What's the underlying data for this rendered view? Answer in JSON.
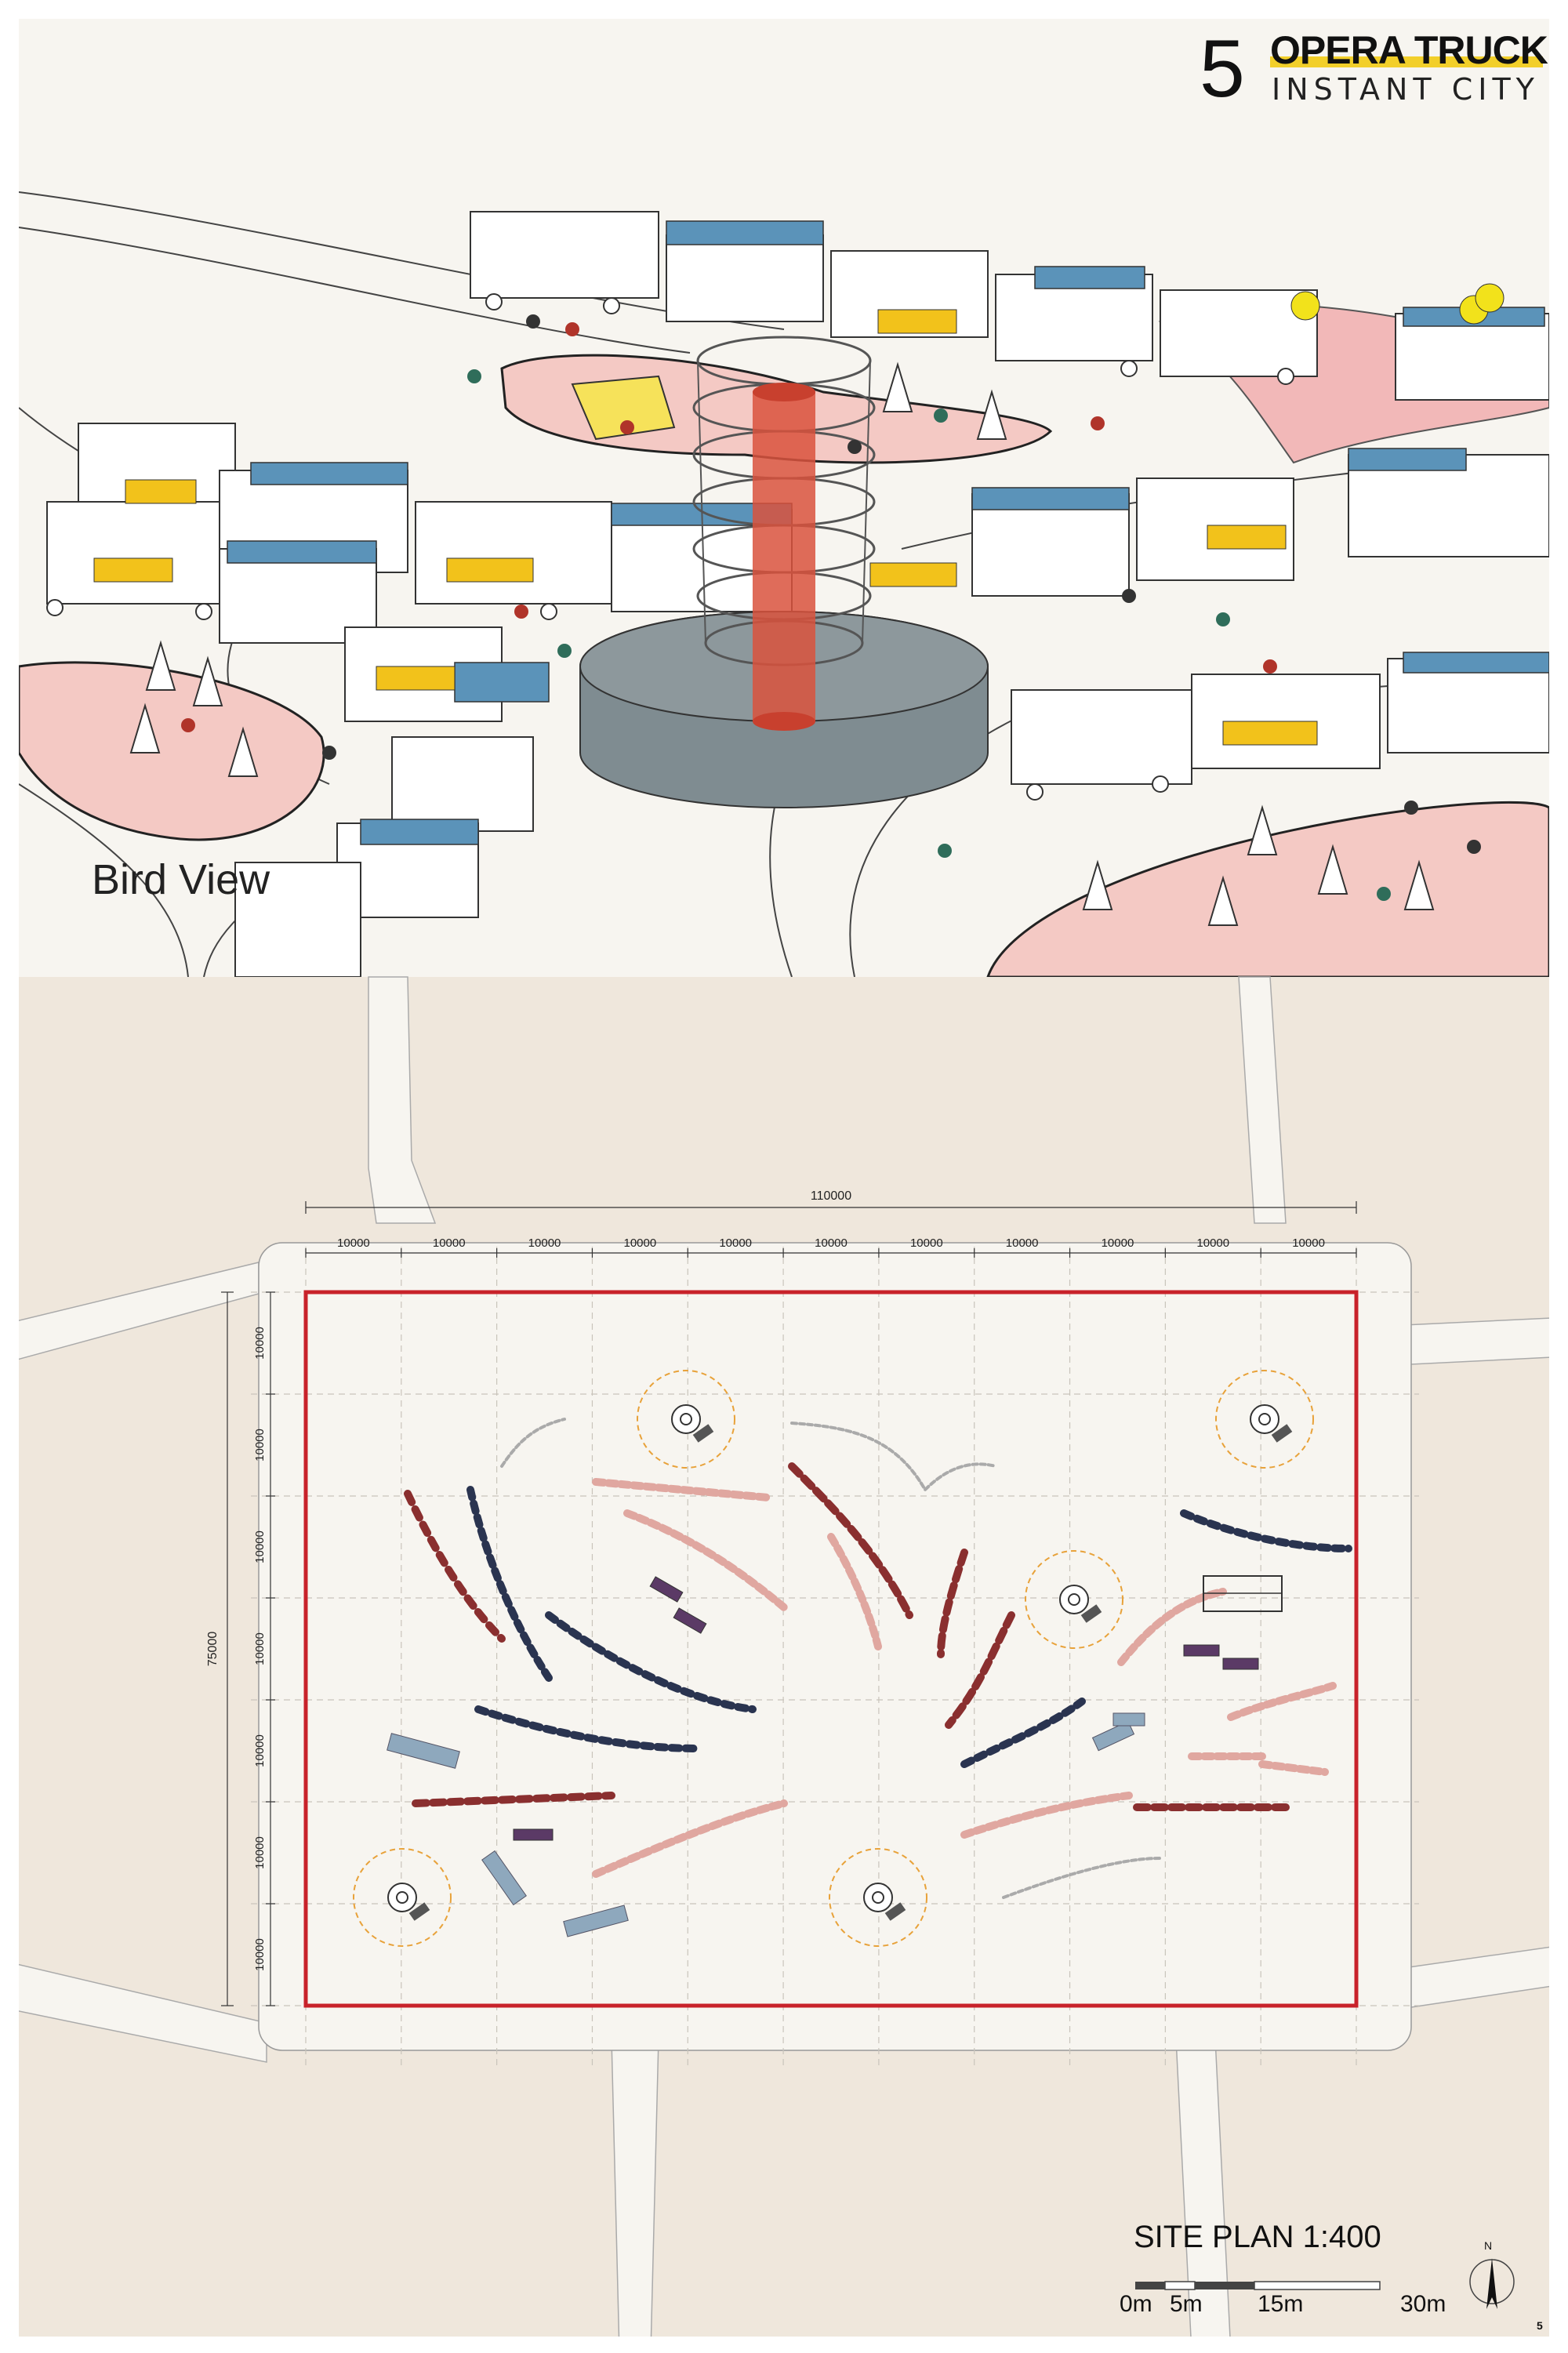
{
  "header": {
    "number": "5",
    "title": "OPERA TRUCK",
    "subtitle": "INSTANT CITY"
  },
  "bird_view": {
    "label": "Bird View"
  },
  "site_plan": {
    "title": "SITE PLAN 1:400",
    "overall_width": "110000",
    "overall_depth": "75000",
    "column_spacing": [
      "10000",
      "10000",
      "10000",
      "10000",
      "10000",
      "10000",
      "10000",
      "10000",
      "10000",
      "10000",
      "10000"
    ],
    "row_spacing": [
      "10000",
      "10000",
      "10000",
      "10000",
      "10000",
      "10000",
      "10000"
    ],
    "scale_labels": [
      "0m",
      "5m",
      "15m",
      "30m"
    ],
    "north_label": "N"
  },
  "page_number": "5",
  "colors": {
    "accent_yellow": "#f2cf2a",
    "site_boundary_red": "#c8222a",
    "plaza_pink": "#f4c9c4",
    "truck_blue": "#5b93b9",
    "tower_red": "#d9523d",
    "ground_beige": "#efe7dc",
    "paper": "#f7f5f0"
  }
}
